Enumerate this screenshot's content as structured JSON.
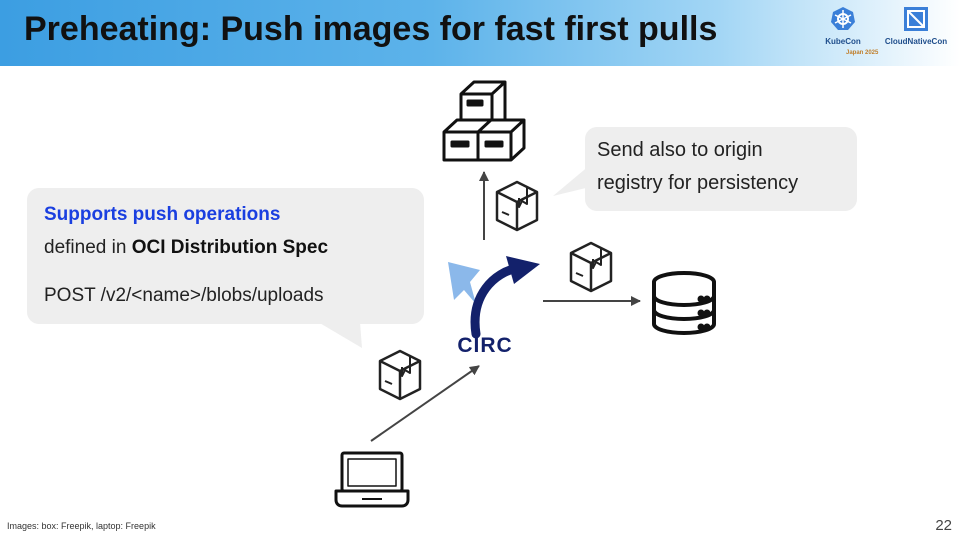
{
  "slide": {
    "title": "Preheating: Push images for fast first pulls",
    "page_number": "22"
  },
  "logos": {
    "kubecon_label": "KubeCon",
    "cncf_label": "CloudNativeCon",
    "event_date": "Japan 2025"
  },
  "callout_left": {
    "line1_blue": "Supports push operations",
    "line2_prefix": "defined in ",
    "line2_bold": "OCI Distribution Spec",
    "line3": "POST /v2/<name>/blobs/uploads"
  },
  "callout_right": {
    "line1": "Send also to origin",
    "line2": "registry for persistency"
  },
  "diagram": {
    "center_logo_text": "CIRC",
    "nodes": [
      "boxes-icon",
      "database-icon",
      "laptop-icon",
      "circ-logo"
    ]
  },
  "footnote": "Images: box: Freepik, laptop: Freepik",
  "colors": {
    "accent_blue": "#1a3fe0",
    "circ_navy": "#13216b",
    "circ_light": "#8bb8ea"
  }
}
